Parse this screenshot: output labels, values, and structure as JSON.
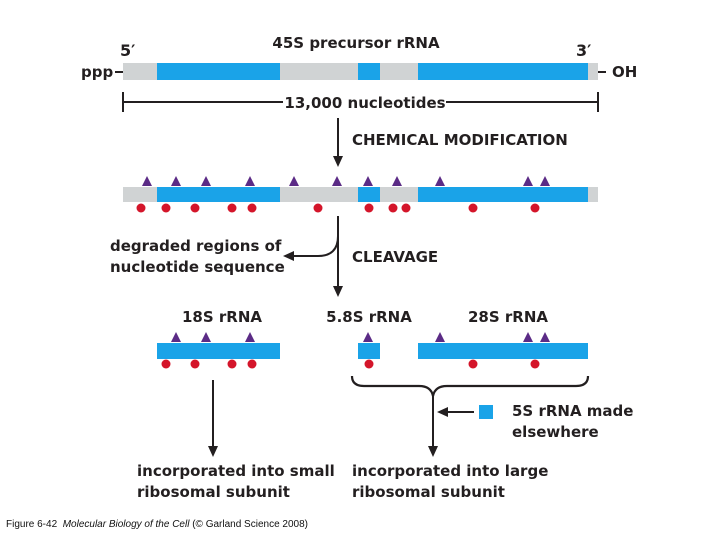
{
  "precursor": {
    "title": "45S precursor rRNA",
    "five_prime": "5′",
    "three_prime": "3′",
    "left_end": "ppp",
    "right_end": "OH",
    "length_label": "13,000 nucleotides"
  },
  "steps": {
    "modification": "CHEMICAL MODIFICATION",
    "cleavage": "CLEAVAGE",
    "degraded_line1": "degraded regions of",
    "degraded_line2": "nucleotide sequence"
  },
  "products": {
    "rrna_18s": "18S rRNA",
    "rrna_58s": "5.8S rRNA",
    "rrna_28s": "28S rRNA",
    "rrna_5s_line1": "5S rRNA made",
    "rrna_5s_line2": "elsewhere",
    "small_line1": "incorporated into small",
    "small_line2": "ribosomal subunit",
    "large_line1": "incorporated into large",
    "large_line2": "ribosomal subunit"
  },
  "caption": {
    "figure_no": "Figure 6-42",
    "book_title": "Molecular Biology of the Cell",
    "credit": "(© Garland Science 2008)"
  },
  "colors": {
    "rrna_segment": "#1aa3e8",
    "spacer_segment": "#d0d3d4",
    "methyl_marker": "#5b2b86",
    "modification_dot": "#d4152a",
    "ink": "#231f20"
  }
}
